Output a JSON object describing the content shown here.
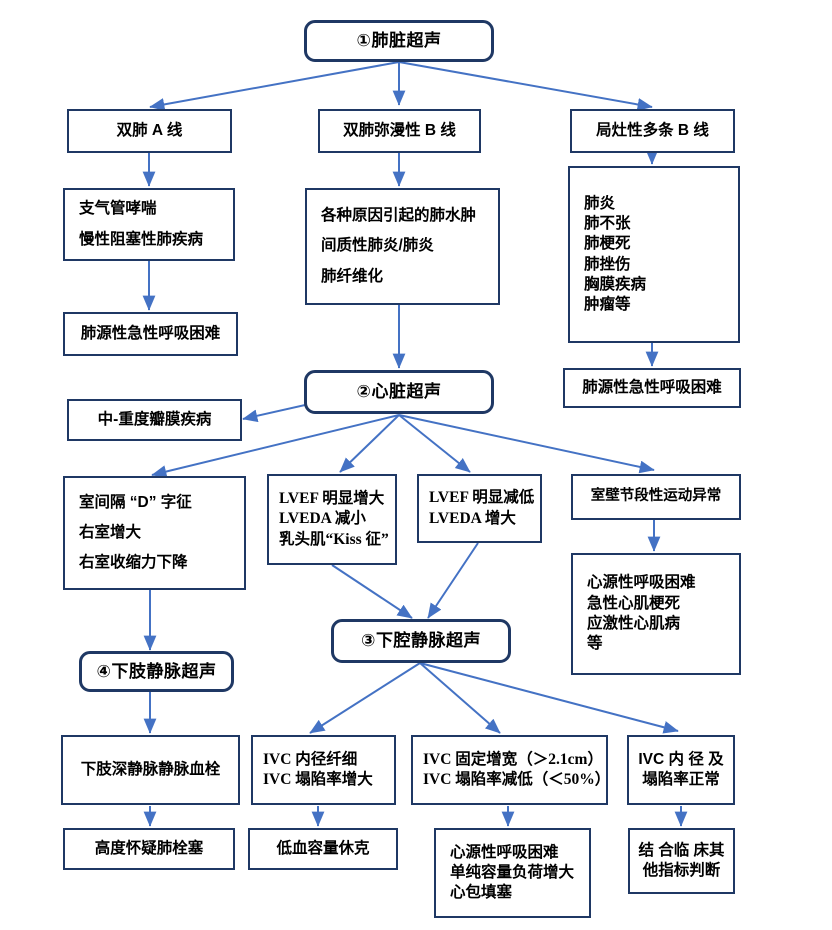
{
  "diagram": {
    "type": "flowchart",
    "title": "重症超声急性呼吸困难诊断流程",
    "colors": {
      "box_border": "#1F3864",
      "arrow": "#4472C4",
      "background": "#FFFFFF",
      "text": "#000000"
    }
  },
  "nodes": {
    "lung_us": {
      "lines": [
        "①肺脏超声"
      ]
    },
    "a_lines": {
      "lines": [
        "双肺 A 线"
      ]
    },
    "b_lines_diff": {
      "lines": [
        "双肺弥漫性 B 线"
      ]
    },
    "b_lines_focal": {
      "lines": [
        "局灶性多条 B 线"
      ]
    },
    "asthma_copd": {
      "lines": [
        "支气管哮喘",
        "慢性阻塞性肺疾病"
      ]
    },
    "pulm_dyspnea_1": {
      "lines": [
        "肺源性急性呼吸困难"
      ]
    },
    "edema_group": {
      "lines": [
        "各种原因引起的肺水肿",
        "间质性肺炎/肺炎",
        "肺纤维化"
      ]
    },
    "focal_group": {
      "lines": [
        "肺炎",
        "肺不张",
        "肺梗死",
        "肺挫伤",
        "胸膜疾病",
        "肿瘤等"
      ]
    },
    "pulm_dyspnea_2": {
      "lines": [
        "肺源性急性呼吸困难"
      ]
    },
    "cardiac_us": {
      "lines": [
        "②心脏超声"
      ]
    },
    "valve_disease": {
      "lines": [
        "中-重度瓣膜疾病"
      ]
    },
    "d_sign": {
      "lines": [
        "室间隔 “D” 字征",
        "右室增大",
        "右室收缩力下降"
      ]
    },
    "lvef_high": {
      "lines": [
        "LVEF 明显增大",
        "LVEDA 减小",
        "乳头肌“Kiss 征”"
      ]
    },
    "lvef_low": {
      "lines": [
        "LVEF 明显减低",
        "LVEDA 增大"
      ]
    },
    "wall_motion": {
      "lines": [
        "室壁节段性运动异常"
      ]
    },
    "cardiac_group": {
      "lines": [
        "心源性呼吸困难",
        "急性心肌梗死",
        "应激性心肌病",
        "等"
      ]
    },
    "ivc_us": {
      "lines": [
        "③下腔静脉超声"
      ]
    },
    "leg_vein_us": {
      "lines": [
        "④下肢静脉超声"
      ]
    },
    "dvt": {
      "lines": [
        "下肢深静脉静脉血栓"
      ]
    },
    "ivc_narrow": {
      "lines": [
        "IVC 内径纤细",
        "IVC 塌陷率增大"
      ]
    },
    "ivc_wide": {
      "lines": [
        "IVC 固定增宽（＞2.1cm）",
        "IVC 塌陷率减低（＜50%）"
      ]
    },
    "ivc_normal": {
      "lines": [
        "IVC 内 径 及",
        "塌陷率正常"
      ]
    },
    "pe_suspect": {
      "lines": [
        "高度怀疑肺栓塞"
      ]
    },
    "hypovolemia": {
      "lines": [
        "低血容量休克"
      ]
    },
    "cardiac_dyspnea": {
      "lines": [
        "心源性呼吸困难",
        "单纯容量负荷增大",
        "心包填塞"
      ]
    },
    "clinical_judge": {
      "lines": [
        "结 合临 床其",
        "他指标判断"
      ]
    }
  }
}
